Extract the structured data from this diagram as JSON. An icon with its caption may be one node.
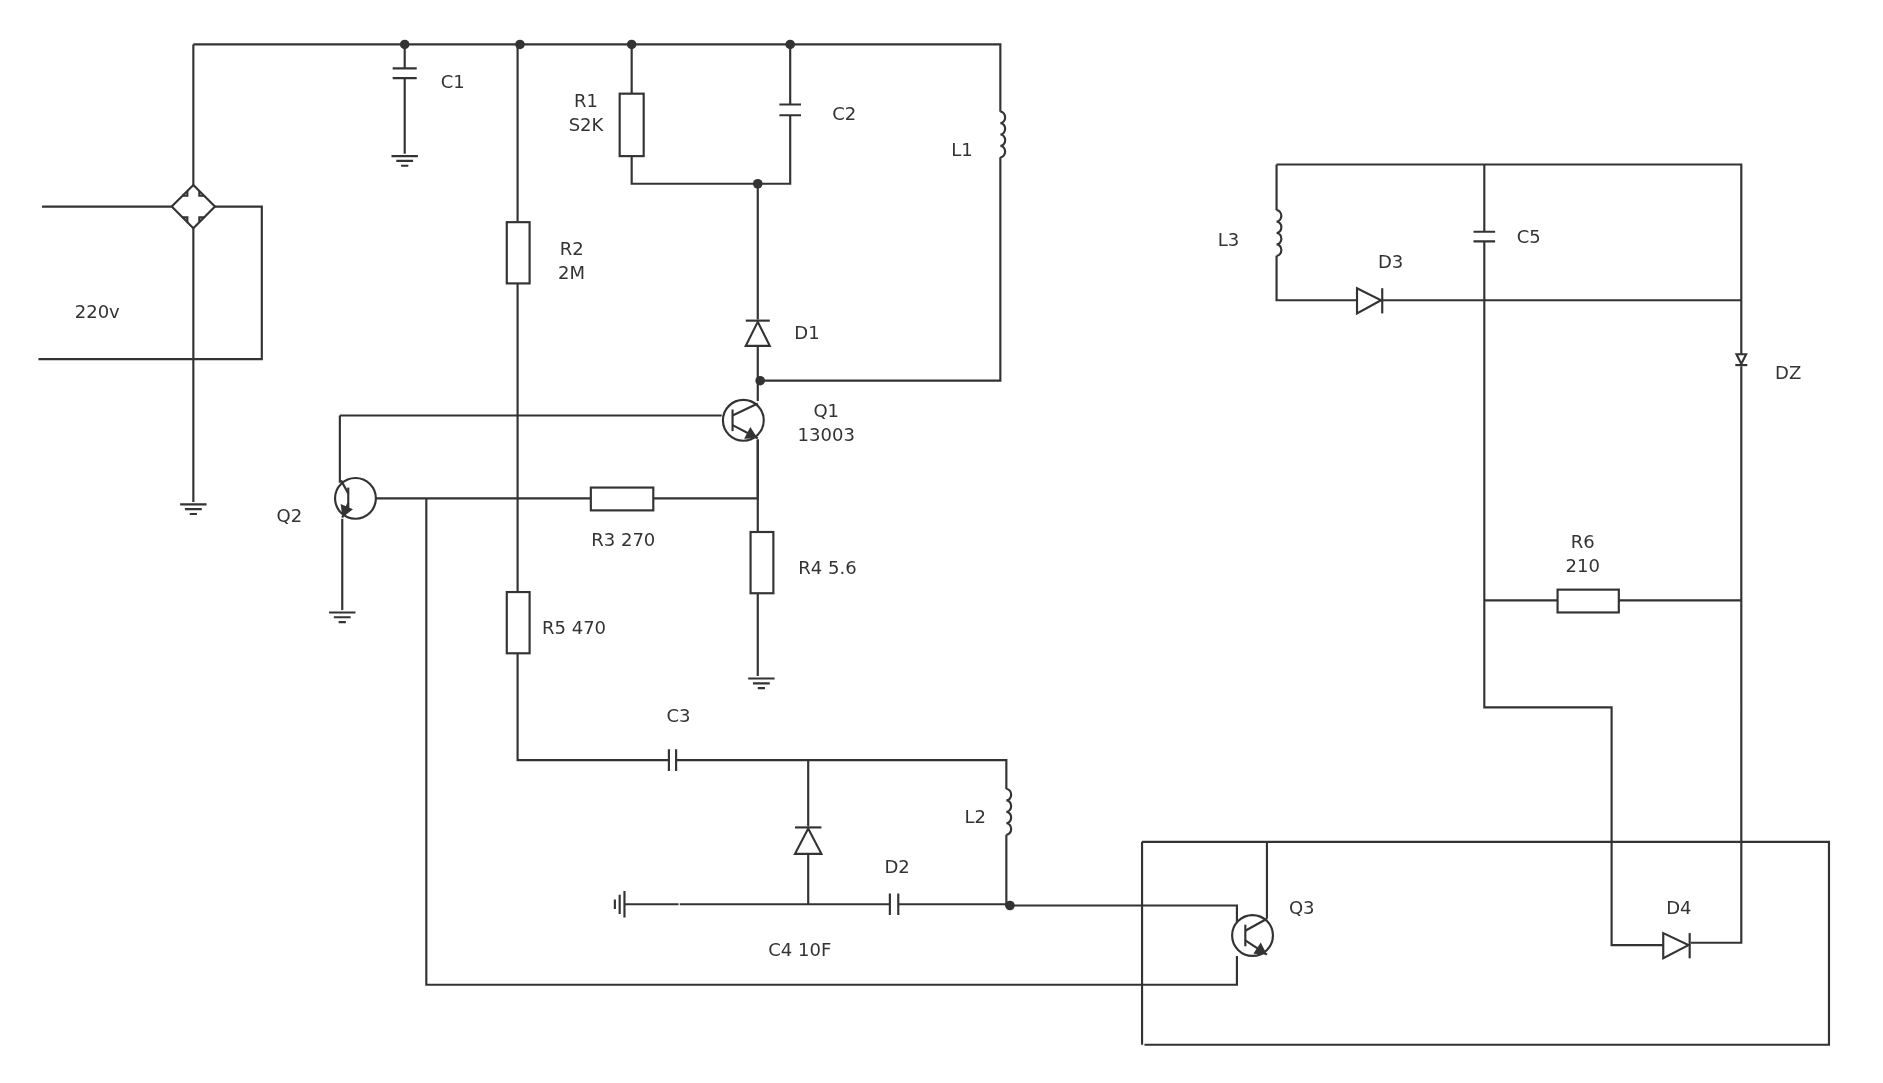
{
  "diagram": {
    "labels": [
      "C1",
      "R1 S2K",
      "C2",
      "L1",
      "C5",
      "L3",
      "R2 2M",
      "D3",
      "220v",
      "D1",
      "DZ",
      "Q1 13003",
      "Q2",
      "R6 210",
      "R3 270",
      "R4 5.6",
      "R5 470",
      "C3",
      "L2",
      "D2",
      "Q3",
      "D4",
      "C4 10F"
    ]
  }
}
